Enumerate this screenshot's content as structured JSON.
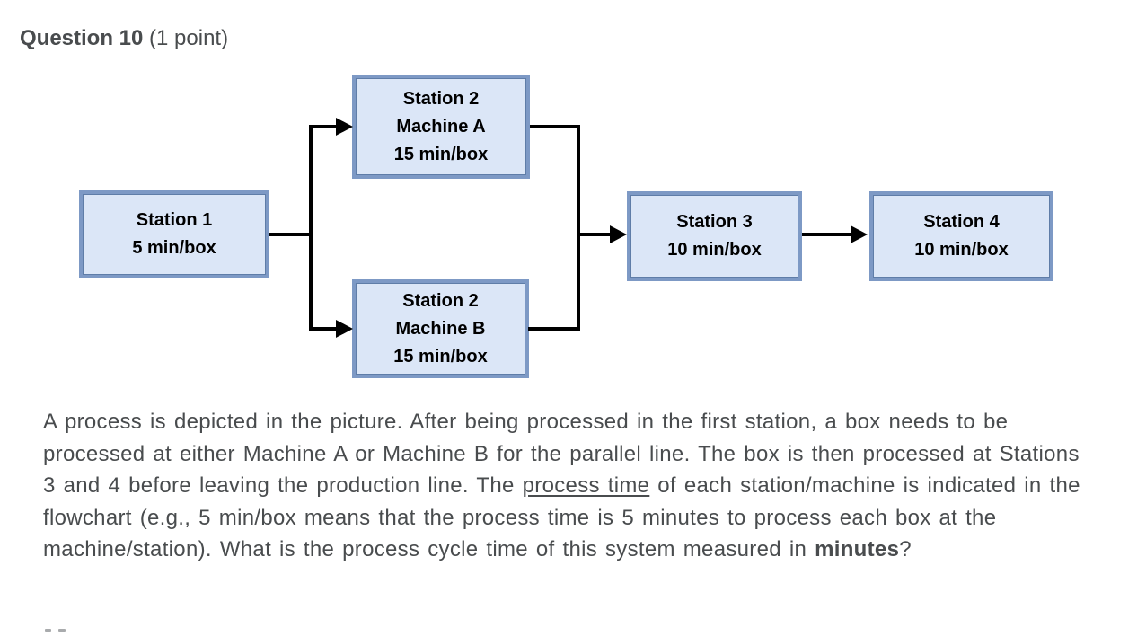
{
  "header": {
    "question_label": "Question 10",
    "points_label": "(1 point)"
  },
  "diagram": {
    "type": "flowchart",
    "colors": {
      "node_fill": "#dbe6f7",
      "node_border": "#7d99c5",
      "connector": "#000000",
      "text": "#494c4e"
    },
    "nodes": [
      {
        "id": "station1",
        "lines": [
          "Station 1",
          "5 min/box"
        ]
      },
      {
        "id": "station2-machine-a",
        "lines": [
          "Station 2",
          "Machine A",
          "15 min/box"
        ]
      },
      {
        "id": "station2-machine-b",
        "lines": [
          "Station 2",
          "Machine B",
          "15 min/box"
        ]
      },
      {
        "id": "station3",
        "lines": [
          "Station 3",
          "10 min/box"
        ]
      },
      {
        "id": "station4",
        "lines": [
          "Station 4",
          "10 min/box"
        ]
      }
    ],
    "edges": [
      {
        "from": "station1",
        "to": "station2-machine-a"
      },
      {
        "from": "station1",
        "to": "station2-machine-b"
      },
      {
        "from": "station2-machine-a",
        "to": "station3"
      },
      {
        "from": "station2-machine-b",
        "to": "station3"
      },
      {
        "from": "station3",
        "to": "station4"
      }
    ]
  },
  "question": {
    "segments": [
      {
        "style": "normal",
        "text": "A process is depicted in the picture. After being processed in the first station, a box needs to be processed at either Machine A or Machine B for the parallel line. The box is then processed at Stations 3 and 4 before leaving the production line. The "
      },
      {
        "style": "underline",
        "text": "process time"
      },
      {
        "style": "normal",
        "text": " of each station/machine is indicated in the flowchart (e.g., 5 min/box means that the process time is 5 minutes to process each box at the machine/station). What is the process cycle time of this system measured in "
      },
      {
        "style": "bold",
        "text": "minutes"
      },
      {
        "style": "normal",
        "text": "?"
      }
    ],
    "full_text": "A process is depicted in the picture. After being processed in the first station, a box needs to be processed at either Machine A or Machine B for the parallel line. The box is then processed at Stations 3 and 4 before leaving the production line. The process time of each station/machine is indicated in the flowchart (e.g., 5 min/box means that the process time is 5 minutes to process each box at the machine/station). What is the process cycle time of this system measured in minutes?"
  }
}
